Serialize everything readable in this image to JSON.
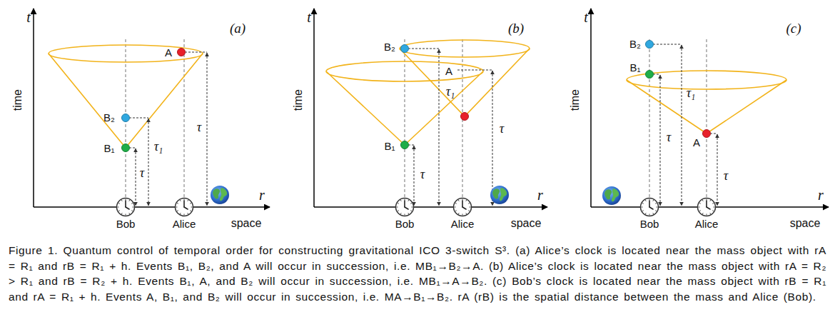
{
  "diagram": {
    "caption": "Figure 1. Quantum control of temporal order for constructing gravitational ICO 3-switch S³. (a) Alice’s clock is located near the mass object with rA = R₁ and rB = R₁ + h. Events B₁, B₂, and A will occur in succession, i.e. MB₁→B₂→A. (b) Alice’s clock is located near the mass object with rA = R₂ > R₁ and rB = R₂ + h. Events B₁, A, and B₂ will occur in succession, i.e. MB₁→A→B₂. (c) Bob’s clock is located near the mass object with rB = R₁ and rA = R₁ + h. Events A, B₁, and B₂ will occur in succession, i.e. MA→B₁→B₂. rA (rB) is the spatial distance between the mass and Alice (Bob).",
    "nodes": [
      {
        "text": [
          "Bob"
        ]
      },
      {
        "text": [
          "Alice"
        ]
      },
      {
        "text": [
          "Bob"
        ]
      },
      {
        "text": [
          "Alice"
        ]
      },
      {
        "text": [
          "Bob"
        ]
      },
      {
        "text": [
          "Alice"
        ]
      }
    ],
    "labels": [
      "t",
      "time",
      "r",
      "space",
      "(a)",
      "B₁",
      "B₂",
      "A",
      "τ",
      "τ₁",
      "τ",
      "t",
      "time",
      "r",
      "space",
      "(b)",
      "B₁",
      "A",
      "B₂",
      "τ",
      "τ₁",
      "τ",
      "t",
      "time",
      "r",
      "space",
      "(c)",
      "A",
      "B₁",
      "B₂",
      "τ",
      "τ",
      "τ₁"
    ]
  }
}
